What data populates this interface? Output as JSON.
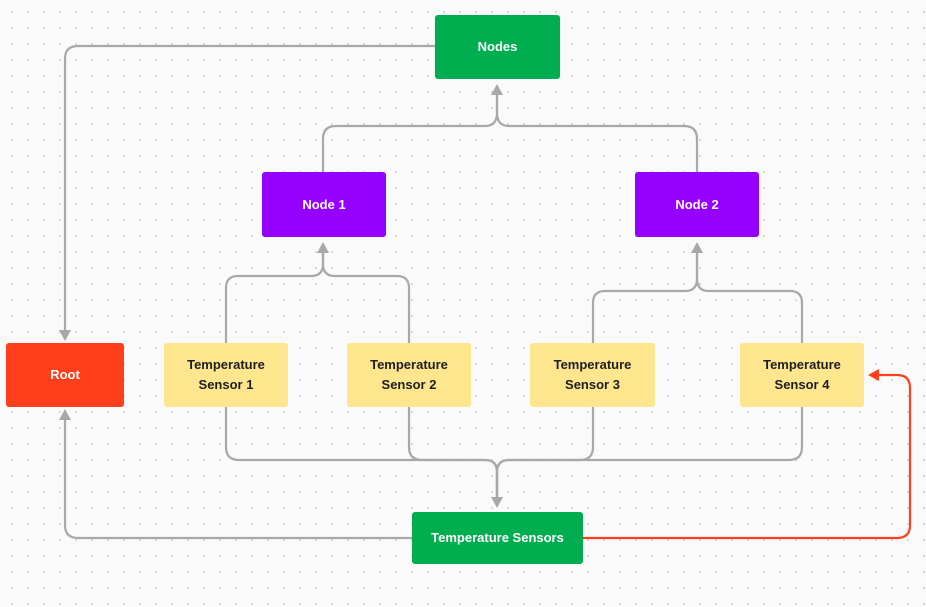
{
  "diagram": {
    "nodes": {
      "nodes_top": "Nodes",
      "node1": "Node 1",
      "node2": "Node 2",
      "root": "Root",
      "sensor1": [
        "Temperature",
        "Sensor 1"
      ],
      "sensor2": [
        "Temperature",
        "Sensor 2"
      ],
      "sensor3": [
        "Temperature",
        "Sensor 3"
      ],
      "sensor4": [
        "Temperature",
        "Sensor 4"
      ],
      "temperature_sensors": "Temperature Sensors"
    },
    "colors": {
      "green": "#00ad4f",
      "purple": "#9500ff",
      "red": "#ff3f1c",
      "yellow": "#fde68e",
      "connector": "#a8a8a8",
      "highlight_connector": "#ff3f1c"
    },
    "edges": [
      {
        "from": "Node 1",
        "to": "Nodes"
      },
      {
        "from": "Node 2",
        "to": "Nodes"
      },
      {
        "from": "Nodes",
        "to": "Root"
      },
      {
        "from": "Temperature Sensor 1",
        "to": "Node 1"
      },
      {
        "from": "Temperature Sensor 2",
        "to": "Node 1"
      },
      {
        "from": "Temperature Sensor 3",
        "to": "Node 2"
      },
      {
        "from": "Temperature Sensor 4",
        "to": "Node 2"
      },
      {
        "from": "Temperature Sensor 1",
        "to": "Temperature Sensors"
      },
      {
        "from": "Temperature Sensor 2",
        "to": "Temperature Sensors"
      },
      {
        "from": "Temperature Sensor 3",
        "to": "Temperature Sensors"
      },
      {
        "from": "Temperature Sensor 4",
        "to": "Temperature Sensors"
      },
      {
        "from": "Temperature Sensors",
        "to": "Root"
      },
      {
        "from": "Temperature Sensors",
        "to": "Temperature Sensor 4",
        "highlight": true
      }
    ]
  }
}
